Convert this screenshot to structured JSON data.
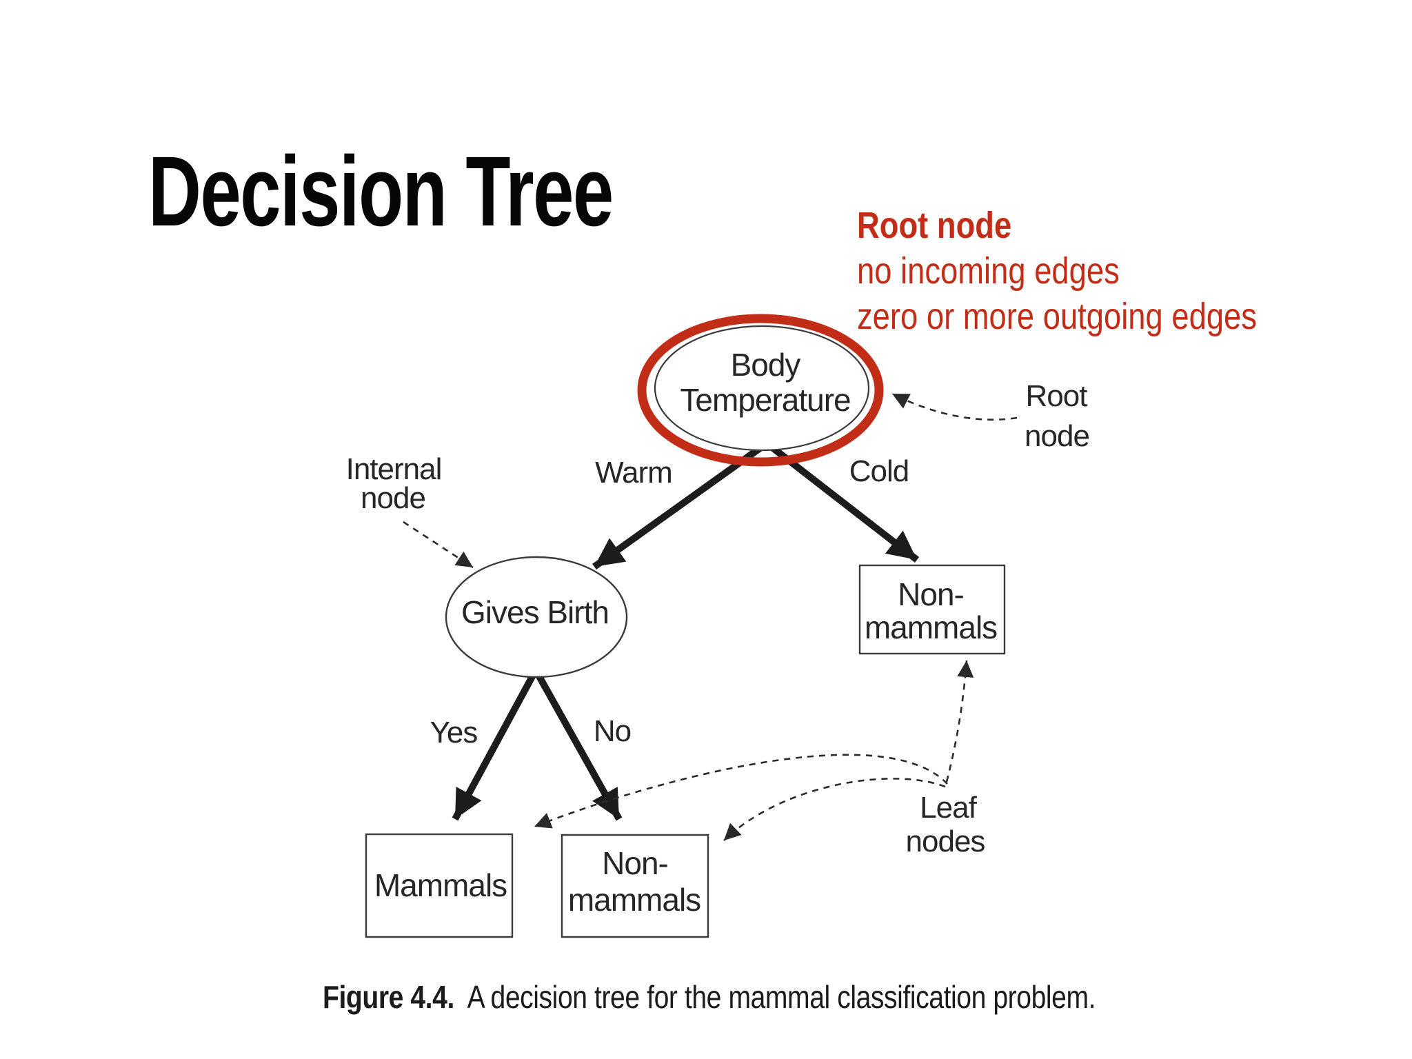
{
  "slide": {
    "title": "Decision Tree"
  },
  "annotation": {
    "heading": "Root node",
    "line1": "no incoming edges",
    "line2": "zero or more outgoing edges",
    "color": "#c12d17"
  },
  "figure": {
    "nodes": {
      "root": {
        "line1": "Body",
        "line2": "Temperature"
      },
      "internal": {
        "label": "Gives Birth"
      },
      "leaf_cold": {
        "line1": "Non-",
        "line2": "mammals"
      },
      "leaf_yes": {
        "label": "Mammals"
      },
      "leaf_no": {
        "line1": "Non-",
        "line2": "mammals"
      }
    },
    "edge_labels": {
      "warm": "Warm",
      "cold": "Cold",
      "yes": "Yes",
      "no": "No"
    },
    "pointer_labels": {
      "root": {
        "line1": "Root",
        "line2": "node"
      },
      "internal": {
        "line1": "Internal",
        "line2": "node"
      },
      "leaf": {
        "line1": "Leaf",
        "line2": "nodes"
      }
    },
    "colors": {
      "highlight_red": "#c12d17",
      "ink": "#262626"
    },
    "caption": {
      "bold": "Figure 4.4.",
      "text": "A decision tree for the mammal classification problem."
    }
  }
}
